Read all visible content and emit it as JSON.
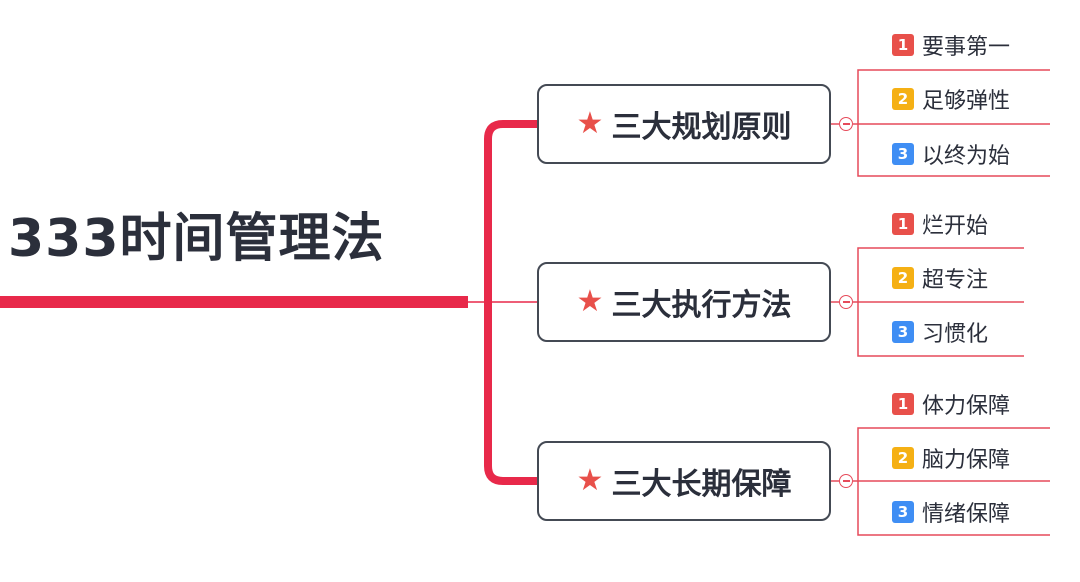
{
  "root": {
    "title": "333时间管理法"
  },
  "colors": {
    "connector": "#e8294a",
    "badge_1": "#e8504a",
    "badge_2": "#f5b014",
    "badge_3": "#3f8ef4",
    "text": "#2b2f3b"
  },
  "branches": [
    {
      "icon": "★",
      "label": "三大规划原则",
      "items": [
        {
          "num": "1",
          "label": "要事第一"
        },
        {
          "num": "2",
          "label": "足够弹性"
        },
        {
          "num": "3",
          "label": "以终为始"
        }
      ]
    },
    {
      "icon": "★",
      "label": "三大执行方法",
      "items": [
        {
          "num": "1",
          "label": "烂开始"
        },
        {
          "num": "2",
          "label": "超专注"
        },
        {
          "num": "3",
          "label": "习惯化"
        }
      ]
    },
    {
      "icon": "★",
      "label": "三大长期保障",
      "items": [
        {
          "num": "1",
          "label": "体力保障"
        },
        {
          "num": "2",
          "label": "脑力保障"
        },
        {
          "num": "3",
          "label": "情绪保障"
        }
      ]
    }
  ]
}
